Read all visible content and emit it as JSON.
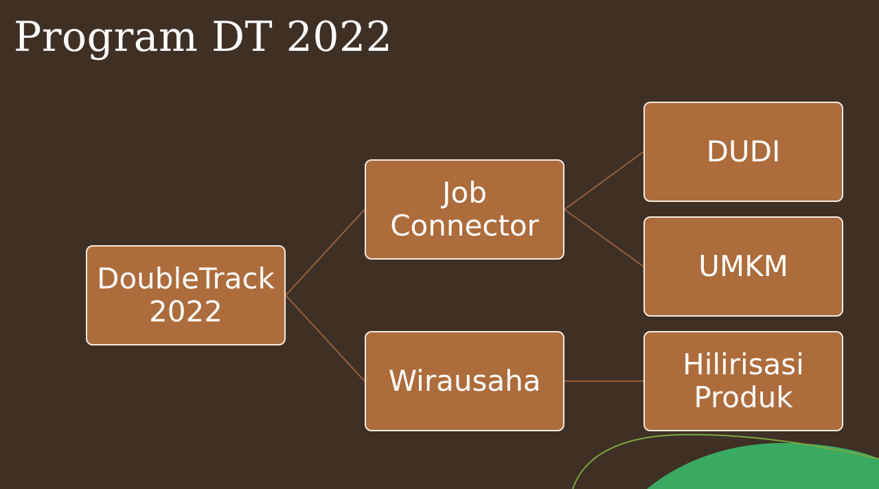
{
  "title": "Program DT 2022",
  "diagram": {
    "nodes": {
      "root": "DoubleTrack\n2022",
      "job_connector": "Job\nConnector",
      "wirausaha": "Wirausaha",
      "dudi": "DUDI",
      "umkm": "UMKM",
      "hilirisasi": "Hilirisasi\nProduk"
    },
    "edges": [
      [
        "root",
        "job_connector"
      ],
      [
        "root",
        "wirausaha"
      ],
      [
        "job_connector",
        "dudi"
      ],
      [
        "job_connector",
        "umkm"
      ],
      [
        "wirausaha",
        "hilirisasi"
      ]
    ]
  },
  "colors": {
    "background": "#3f3026",
    "node_fill": "#ad6c3c",
    "node_border": "#f4ece4",
    "connector": "#9a6038",
    "accent_green": "#3aaa62"
  }
}
